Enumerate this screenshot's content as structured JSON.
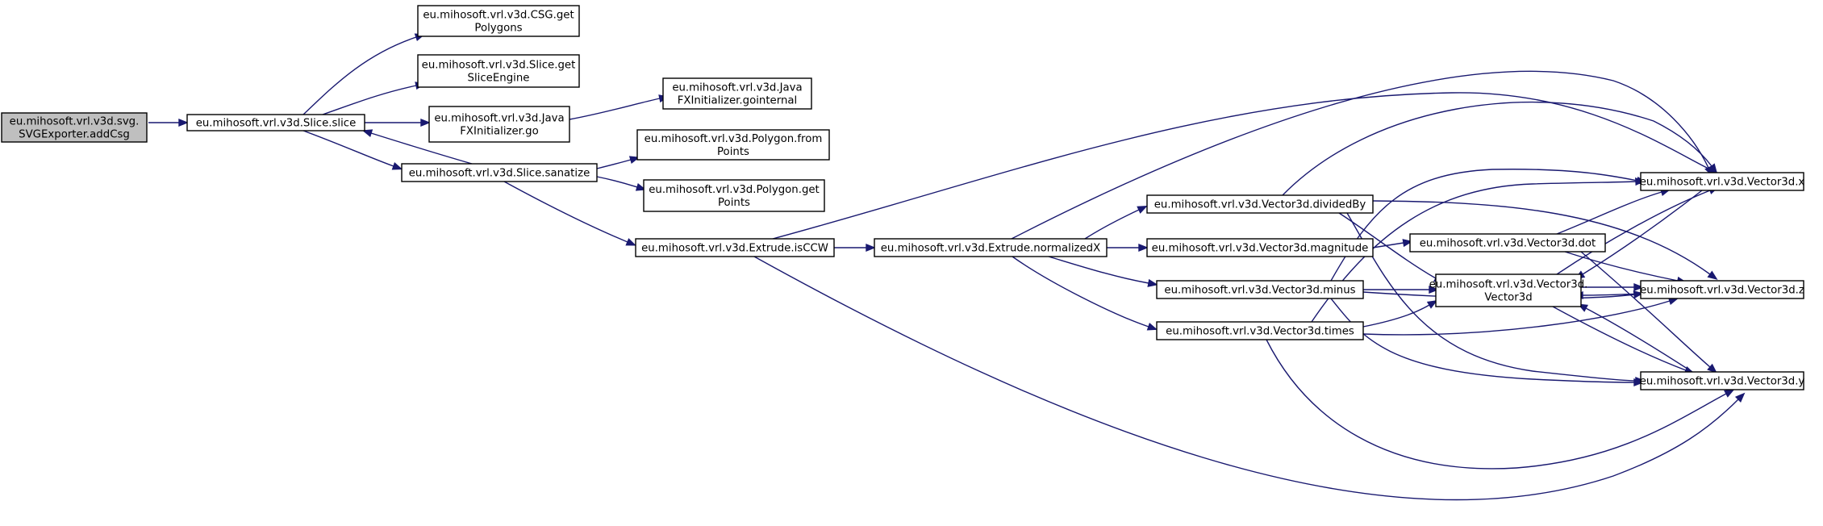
{
  "graph": {
    "nodes": [
      {
        "id": "addCsg",
        "lines": [
          "eu.mihosoft.vrl.v3d.svg.",
          "SVGExporter.addCsg"
        ],
        "root": true
      },
      {
        "id": "slice",
        "lines": [
          "eu.mihosoft.vrl.v3d.Slice.slice"
        ]
      },
      {
        "id": "csgGetPolygons",
        "lines": [
          "eu.mihosoft.vrl.v3d.CSG.get",
          "Polygons"
        ]
      },
      {
        "id": "getSliceEngine",
        "lines": [
          "eu.mihosoft.vrl.v3d.Slice.get",
          "SliceEngine"
        ]
      },
      {
        "id": "javafxGo",
        "lines": [
          "eu.mihosoft.vrl.v3d.Java",
          "FXInitializer.go"
        ]
      },
      {
        "id": "gointernal",
        "lines": [
          "eu.mihosoft.vrl.v3d.Java",
          "FXInitializer.gointernal"
        ]
      },
      {
        "id": "sanatize",
        "lines": [
          "eu.mihosoft.vrl.v3d.Slice.sanatize"
        ]
      },
      {
        "id": "fromPoints",
        "lines": [
          "eu.mihosoft.vrl.v3d.Polygon.from",
          "Points"
        ]
      },
      {
        "id": "getPoints",
        "lines": [
          "eu.mihosoft.vrl.v3d.Polygon.get",
          "Points"
        ]
      },
      {
        "id": "isCCW",
        "lines": [
          "eu.mihosoft.vrl.v3d.Extrude.isCCW"
        ]
      },
      {
        "id": "normalizedX",
        "lines": [
          "eu.mihosoft.vrl.v3d.Extrude.normalizedX"
        ]
      },
      {
        "id": "dividedBy",
        "lines": [
          "eu.mihosoft.vrl.v3d.Vector3d.dividedBy"
        ]
      },
      {
        "id": "magnitude",
        "lines": [
          "eu.mihosoft.vrl.v3d.Vector3d.magnitude"
        ]
      },
      {
        "id": "minus",
        "lines": [
          "eu.mihosoft.vrl.v3d.Vector3d.minus"
        ]
      },
      {
        "id": "times",
        "lines": [
          "eu.mihosoft.vrl.v3d.Vector3d.times"
        ]
      },
      {
        "id": "dot",
        "lines": [
          "eu.mihosoft.vrl.v3d.Vector3d.dot"
        ]
      },
      {
        "id": "vector3d",
        "lines": [
          "eu.mihosoft.vrl.v3d.Vector3d.",
          "Vector3d"
        ]
      },
      {
        "id": "vx",
        "lines": [
          "eu.mihosoft.vrl.v3d.Vector3d.x"
        ]
      },
      {
        "id": "vz",
        "lines": [
          "eu.mihosoft.vrl.v3d.Vector3d.z"
        ]
      },
      {
        "id": "vy",
        "lines": [
          "eu.mihosoft.vrl.v3d.Vector3d.y"
        ]
      }
    ],
    "edges": [
      {
        "from": "addCsg",
        "to": "slice"
      },
      {
        "from": "slice",
        "to": "csgGetPolygons"
      },
      {
        "from": "slice",
        "to": "getSliceEngine"
      },
      {
        "from": "slice",
        "to": "javafxGo"
      },
      {
        "from": "slice",
        "to": "sanatize"
      },
      {
        "from": "javafxGo",
        "to": "gointernal"
      },
      {
        "from": "sanatize",
        "to": "slice"
      },
      {
        "from": "sanatize",
        "to": "fromPoints"
      },
      {
        "from": "sanatize",
        "to": "getPoints"
      },
      {
        "from": "sanatize",
        "to": "isCCW"
      },
      {
        "from": "isCCW",
        "to": "normalizedX"
      },
      {
        "from": "isCCW",
        "to": "vx"
      },
      {
        "from": "isCCW",
        "to": "vy"
      },
      {
        "from": "normalizedX",
        "to": "dividedBy"
      },
      {
        "from": "normalizedX",
        "to": "magnitude"
      },
      {
        "from": "normalizedX",
        "to": "minus"
      },
      {
        "from": "normalizedX",
        "to": "times"
      },
      {
        "from": "normalizedX",
        "to": "vx"
      },
      {
        "from": "dividedBy",
        "to": "vector3d"
      },
      {
        "from": "dividedBy",
        "to": "vx"
      },
      {
        "from": "dividedBy",
        "to": "vz"
      },
      {
        "from": "dividedBy",
        "to": "vy"
      },
      {
        "from": "magnitude",
        "to": "dot"
      },
      {
        "from": "minus",
        "to": "vector3d"
      },
      {
        "from": "minus",
        "to": "vx"
      },
      {
        "from": "minus",
        "to": "vz"
      },
      {
        "from": "minus",
        "to": "vy"
      },
      {
        "from": "times",
        "to": "vector3d"
      },
      {
        "from": "times",
        "to": "vx"
      },
      {
        "from": "times",
        "to": "vz"
      },
      {
        "from": "times",
        "to": "vy"
      },
      {
        "from": "dot",
        "to": "vx"
      },
      {
        "from": "dot",
        "to": "vz"
      },
      {
        "from": "dot",
        "to": "vy"
      },
      {
        "from": "vector3d",
        "to": "vx"
      },
      {
        "from": "vector3d",
        "to": "vz"
      },
      {
        "from": "vector3d",
        "to": "vy"
      },
      {
        "from": "vx",
        "to": "vector3d"
      },
      {
        "from": "vz",
        "to": "vector3d"
      },
      {
        "from": "vy",
        "to": "vector3d"
      }
    ]
  }
}
